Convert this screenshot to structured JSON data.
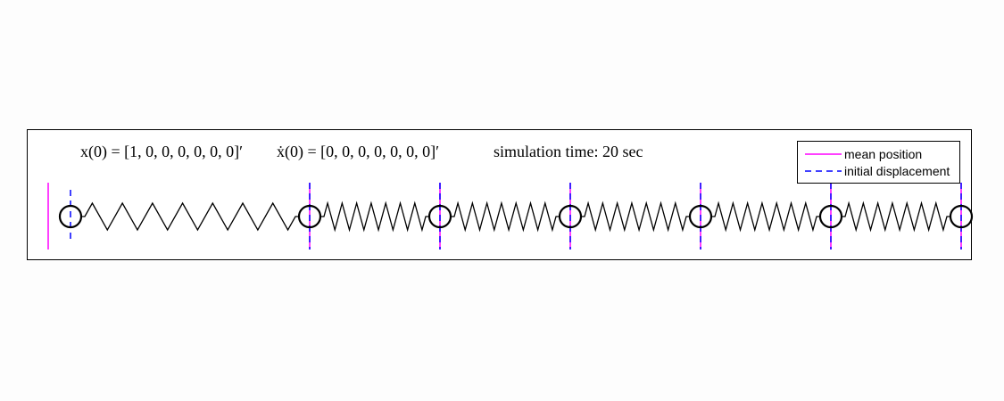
{
  "annotations": {
    "x0_label": "x(0) = [1, 0, 0, 0, 0, 0, 0]′",
    "xdot0_label": "ẋ(0) = [0, 0, 0, 0, 0, 0, 0]′",
    "sim_time_label": "simulation time:  20 sec"
  },
  "legend": {
    "mean_position": {
      "label": "mean position",
      "color": "#ff00ff"
    },
    "initial_displacement": {
      "label": "initial displacement",
      "color": "#0000ff"
    }
  },
  "system": {
    "masses": 7,
    "springs_per_gap_zigzag": 14,
    "initial_displacement": [
      1,
      0,
      0,
      0,
      0,
      0,
      0
    ],
    "initial_velocity": [
      0,
      0,
      0,
      0,
      0,
      0,
      0
    ]
  }
}
